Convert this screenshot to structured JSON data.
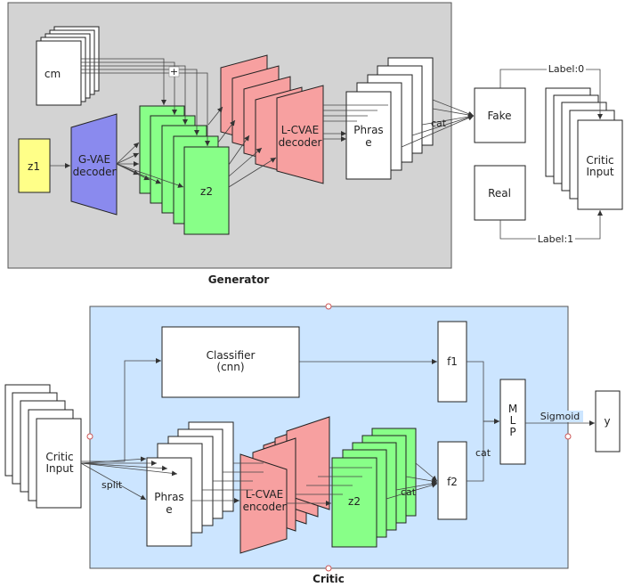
{
  "generator": {
    "title": "Generator",
    "cm": "cm",
    "z1": "z1",
    "gvae": [
      "G-VAE",
      "decoder"
    ],
    "plus": "+",
    "z2": "z2",
    "lcvae": [
      "L-CVAE",
      "decoder"
    ],
    "phrase": [
      "Phras",
      "e"
    ],
    "cat": "cat"
  },
  "discriminator": {
    "fake": "Fake",
    "real": "Real",
    "label0": "Label:0",
    "label1": "Label:1",
    "critic_input": [
      "Critic",
      "Input"
    ]
  },
  "critic": {
    "title": "Critic",
    "critic_input": [
      "Critic",
      "Input"
    ],
    "split": "split",
    "classifier": [
      "Classifier",
      "(cnn)"
    ],
    "phrase": [
      "Phras",
      "e"
    ],
    "lcvae": [
      "L-CVAE",
      "encoder"
    ],
    "z2": "z2",
    "cat_inner": "cat",
    "f1": "f1",
    "f2": "f2",
    "cat": "cat",
    "mlp": [
      "M",
      "L",
      "P"
    ],
    "sigmoid": "Sigmoid",
    "y": "y"
  },
  "colors": {
    "generator_bg": "#d3d3d3",
    "critic_bg": "#cce5ff",
    "z1": "#ffff88",
    "gvae": "#8a8aee",
    "z2": "#88ff88",
    "lcvae": "#f7a0a0",
    "white": "#ffffff"
  }
}
